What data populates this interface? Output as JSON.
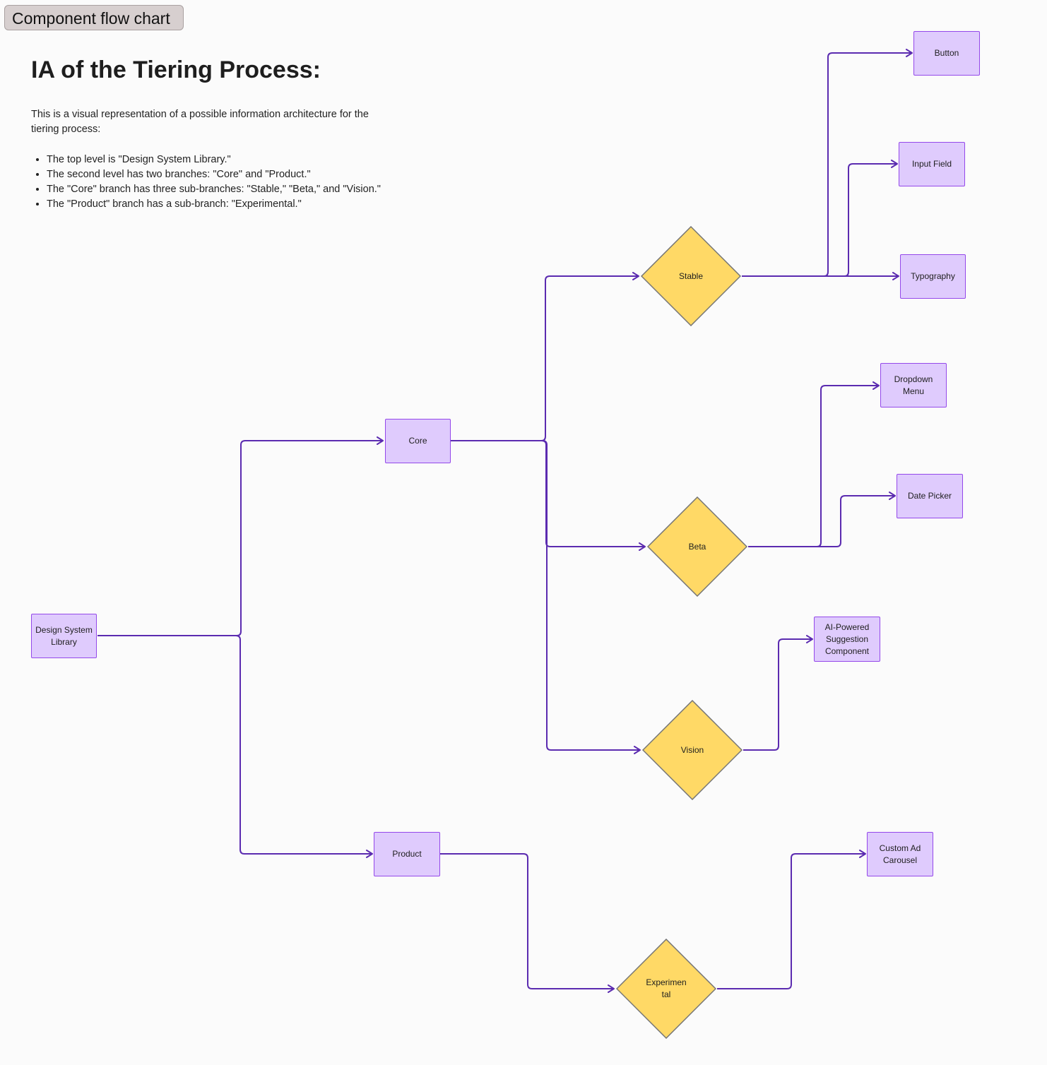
{
  "frame": {
    "label": "Component flow chart"
  },
  "header": {
    "title": "IA of the Tiering Process:",
    "intro": "This is a visual representation of a possible information architecture for the tiering process:",
    "bullets": [
      "The top level is \"Design System Library.\"",
      "The second level has two branches: \"Core\" and \"Product.\"",
      "The \"Core\" branch has three sub-branches: \"Stable,\" \"Beta,\" and \"Vision.\"",
      "The \"Product\" branch has a sub-branch: \"Experimental.\""
    ]
  },
  "colors": {
    "box_fill": "#dfcbfd",
    "box_stroke": "#9448ea",
    "diamond_fill": "#ffd966",
    "diamond_stroke": "#757575",
    "connector": "#5b2bb0"
  },
  "nodes": {
    "design_system_library": "Design System Library",
    "core": "Core",
    "product": "Product",
    "stable": "Stable",
    "beta": "Beta",
    "vision": "Vision",
    "experimental": "Experimen tal",
    "button": "Button",
    "input_field": "Input Field",
    "typography": "Typography",
    "dropdown_menu": "Dropdown Menu",
    "date_picker": "Date Picker",
    "ai_suggestion": "AI-Powered Suggestion Component",
    "custom_ad_carousel": "Custom Ad Carousel"
  },
  "edges": [
    [
      "design_system_library",
      "core"
    ],
    [
      "design_system_library",
      "product"
    ],
    [
      "core",
      "stable"
    ],
    [
      "core",
      "beta"
    ],
    [
      "core",
      "vision"
    ],
    [
      "product",
      "experimental"
    ],
    [
      "stable",
      "button"
    ],
    [
      "stable",
      "input_field"
    ],
    [
      "stable",
      "typography"
    ],
    [
      "beta",
      "dropdown_menu"
    ],
    [
      "beta",
      "date_picker"
    ],
    [
      "vision",
      "ai_suggestion"
    ],
    [
      "experimental",
      "custom_ad_carousel"
    ]
  ]
}
